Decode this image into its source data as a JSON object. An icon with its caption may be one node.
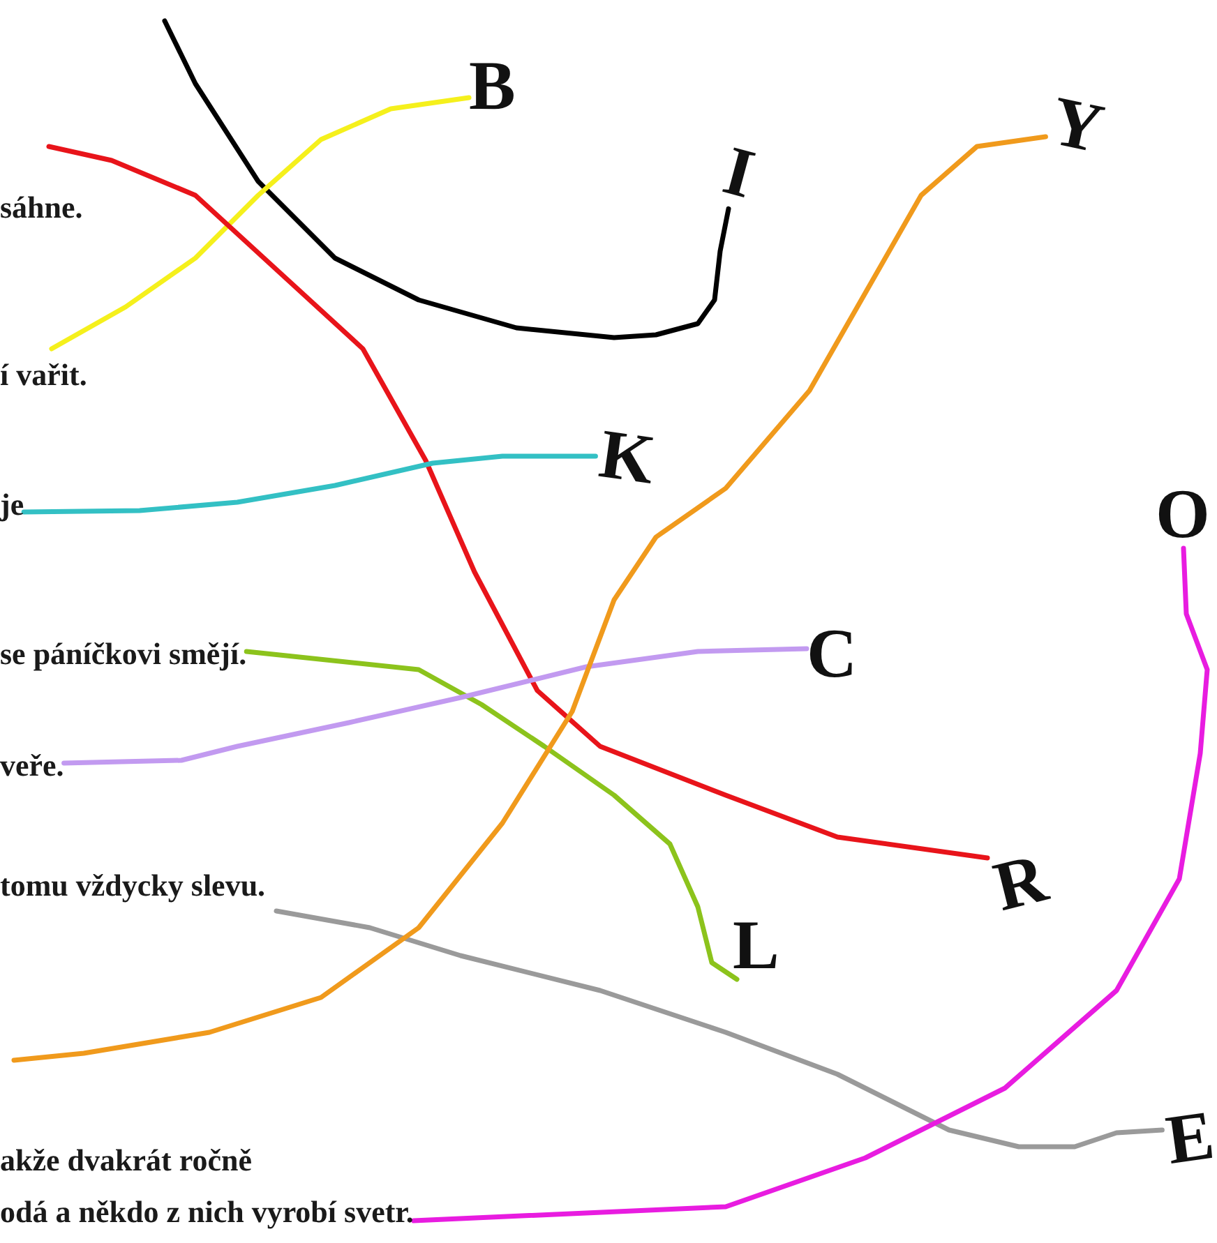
{
  "diagram": {
    "nodes": [
      {
        "text": [
          "sáhne."
        ]
      },
      {
        "text": [
          "í vařit."
        ]
      },
      {
        "text": [
          "je"
        ]
      },
      {
        "text": [
          "se páníčkovi smějí."
        ]
      },
      {
        "text": [
          "veře."
        ]
      },
      {
        "text": [
          "tomu vždycky slevu."
        ]
      },
      {
        "text": [
          "akže dvakrát ročně",
          "odá a někdo z nich vyrobí svetr."
        ]
      },
      {
        "text": [
          "B"
        ]
      },
      {
        "text": [
          "I"
        ]
      },
      {
        "text": [
          "Y"
        ]
      },
      {
        "text": [
          "K"
        ]
      },
      {
        "text": [
          "O"
        ]
      },
      {
        "text": [
          "C"
        ]
      },
      {
        "text": [
          "R"
        ]
      },
      {
        "text": [
          "L"
        ]
      },
      {
        "text": [
          "E"
        ]
      }
    ],
    "edges": [
      {
        "from": null,
        "to": 8,
        "arrow": "none",
        "color": "#000000"
      },
      {
        "from": 1,
        "to": 7,
        "arrow": "none",
        "color": "#f5f01c"
      },
      {
        "from": null,
        "to": 13,
        "arrow": "none",
        "color": "#e8141a"
      },
      {
        "from": 2,
        "to": 10,
        "arrow": "none",
        "color": "#33c0c4"
      },
      {
        "from": 3,
        "to": 14,
        "arrow": "none",
        "color": "#8cc31c"
      },
      {
        "from": 4,
        "to": 12,
        "arrow": "none",
        "color": "#c29af0"
      },
      {
        "from": 5,
        "to": 15,
        "arrow": "none",
        "color": "#9a9a9a"
      },
      {
        "from": null,
        "to": 9,
        "arrow": "none",
        "color": "#f09a1c"
      },
      {
        "from": 6,
        "to": 11,
        "arrow": "none",
        "color": "#e81ce0"
      }
    ]
  }
}
